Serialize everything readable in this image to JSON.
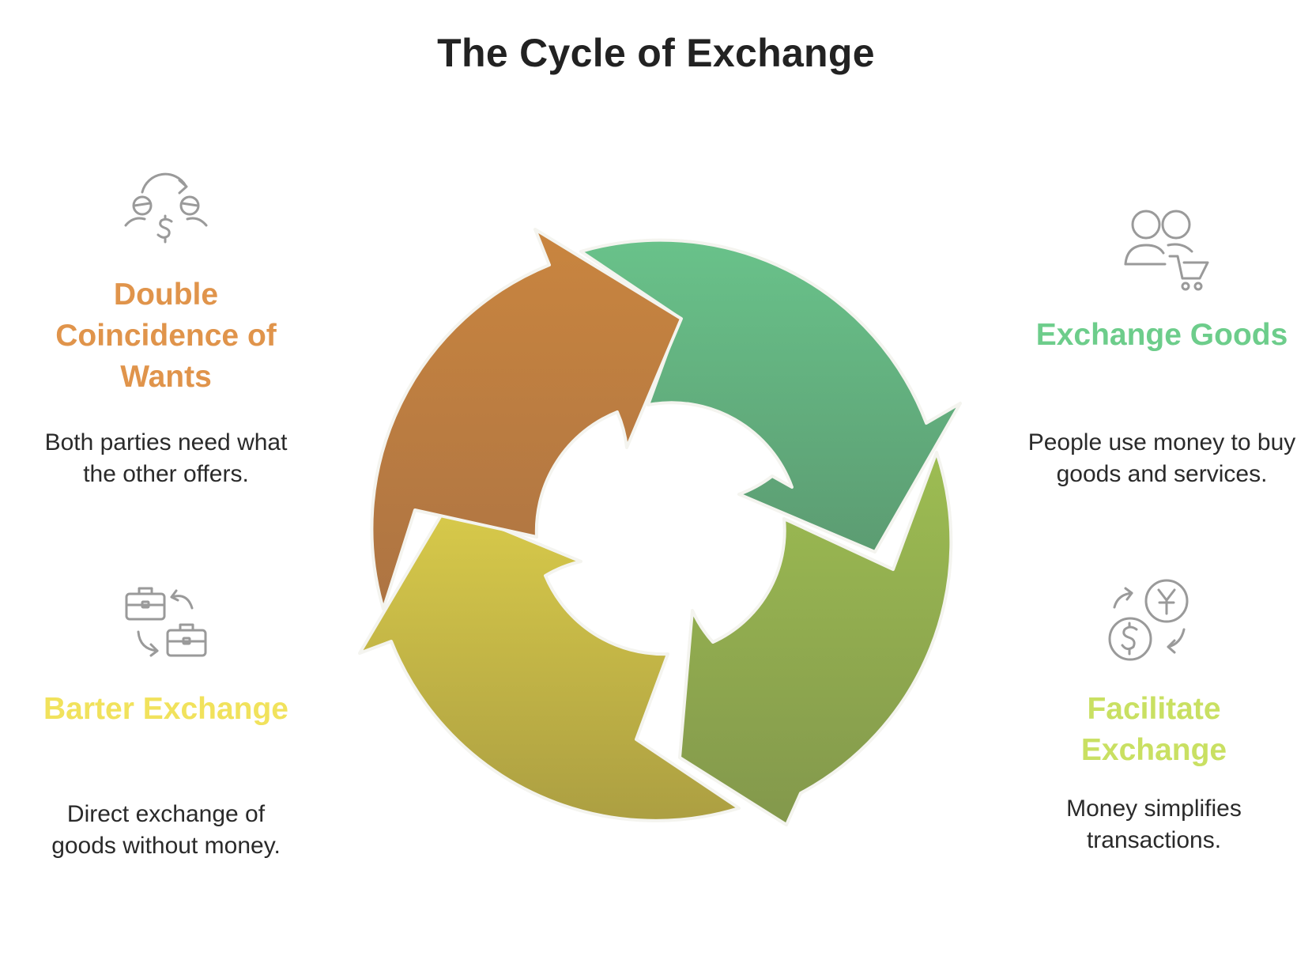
{
  "title": "The Cycle of Exchange",
  "segments": [
    {
      "id": "double-coincidence",
      "heading": "Double Coincidence of Wants",
      "description": "Both parties need what the other offers.",
      "color": "#e0944b",
      "icon": "people-exchange-dollar-icon"
    },
    {
      "id": "exchange-goods",
      "heading": "Exchange Goods",
      "description": "People use money to buy goods and services.",
      "color": "#6dcd8b",
      "icon": "people-shopping-cart-icon"
    },
    {
      "id": "facilitate-exchange",
      "heading": "Facilitate Exchange",
      "description": "Money simplifies transactions.",
      "color": "#c9e062",
      "icon": "currency-exchange-icon"
    },
    {
      "id": "barter-exchange",
      "heading": "Barter Exchange",
      "description": "Direct exchange of goods without money.",
      "color": "#f1e25c",
      "icon": "briefcase-swap-icon"
    }
  ],
  "arrow_colors": {
    "orange": [
      "#c9853f",
      "#ad7443"
    ],
    "green": [
      "#69c28a",
      "#5c9c72"
    ],
    "olive": [
      "#9dbd52",
      "#83984c"
    ],
    "yellow": [
      "#d8ca4a",
      "#ac9f42"
    ]
  }
}
